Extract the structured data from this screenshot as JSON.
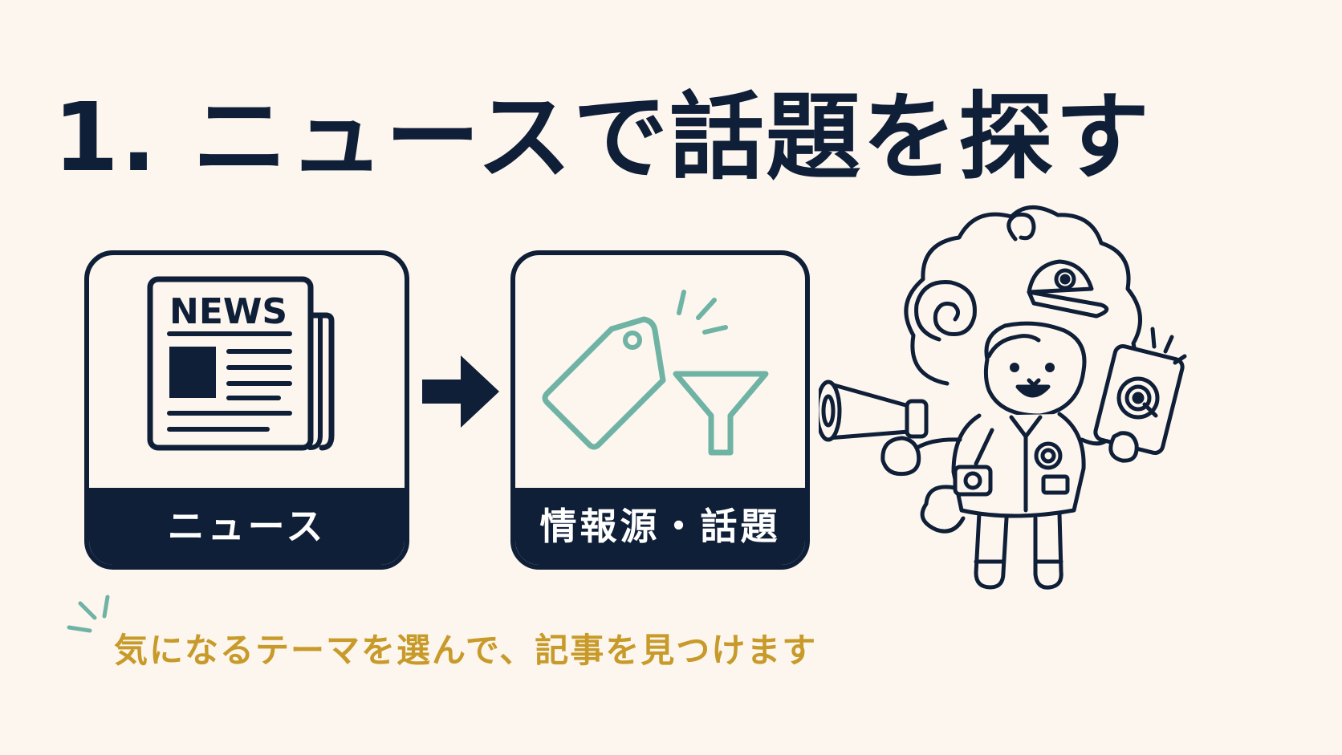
{
  "slide": {
    "title": "1. ニュースで話題を探す",
    "caption": "気になるテーマを選んで、記事を見つけます"
  },
  "cards": [
    {
      "label": "ニュース",
      "icon": "newspaper-icon",
      "icon_text": "NEWS"
    },
    {
      "label": "情報源・話題",
      "icon": "tag-and-funnel-icon"
    }
  ],
  "connector": {
    "icon": "right-arrow-icon"
  },
  "illustration": {
    "icon": "sheep-mascot-with-megaphone-icon"
  },
  "colors": {
    "background": "#fdf6ee",
    "navy": "#0f1f38",
    "teal": "#6fb3a5",
    "gold": "#c79a2a"
  }
}
